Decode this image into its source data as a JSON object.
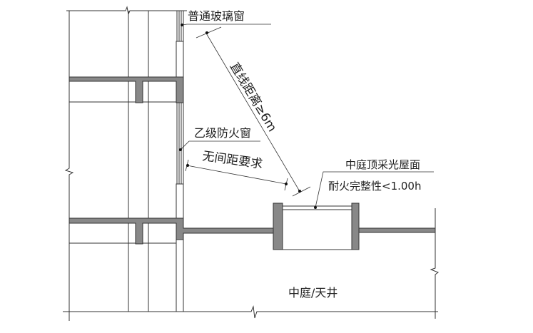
{
  "labels": {
    "ordinary_glass_window": "普通玻璃窗",
    "straight_distance": "直线距离≥6m",
    "class_b_fire_window": "乙级防火窗",
    "no_spacing_requirement": "无间距要求",
    "atrium_skylight_roof": "中庭顶采光屋面",
    "fire_integrity": "耐火完整性<1.00h",
    "atrium_courtyard": "中庭/天井"
  },
  "colors": {
    "structure": "#888888",
    "line": "#333333"
  }
}
